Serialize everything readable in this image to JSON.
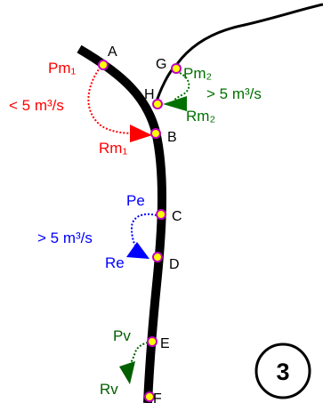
{
  "colors": {
    "river": "#000000",
    "point_fill": "#ffff00",
    "point_stroke": "#c000c0",
    "upstream": "#ff0000",
    "tributary": "#007000",
    "middle": "#0000ff",
    "lower": "#006000",
    "label": "#000000"
  },
  "points": {
    "A": "A",
    "B": "B",
    "C": "C",
    "D": "D",
    "E": "E",
    "F": "F",
    "G": "G",
    "H": "H"
  },
  "transfers": {
    "upstream": {
      "source": "Pm₁",
      "target": "Rm₁",
      "condition": "< 5 m³/s"
    },
    "tributary": {
      "source": "Pm₂",
      "target": "Rm₂",
      "condition": "> 5 m³/s"
    },
    "middle": {
      "source": "Pe",
      "target": "Re",
      "condition": "> 5 m³/s"
    },
    "lower": {
      "source": "Pv",
      "target": "Rv",
      "condition": ""
    }
  },
  "panel_number": "3"
}
